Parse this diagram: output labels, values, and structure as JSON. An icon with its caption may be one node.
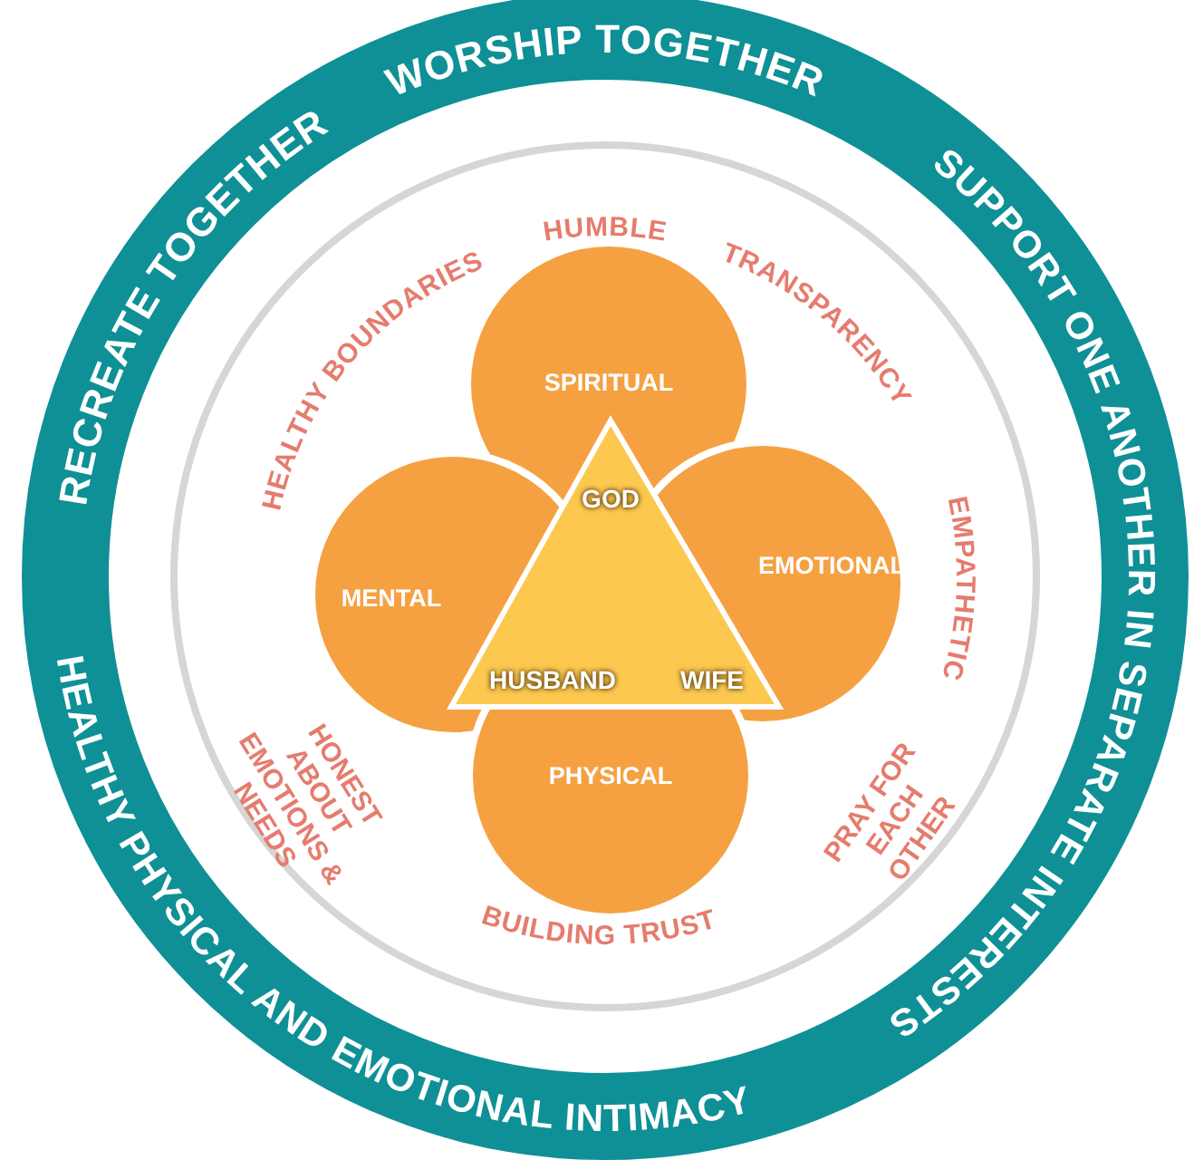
{
  "diagram": {
    "nodes": [
      {
        "text": [
          "SPIRITUAL"
        ]
      },
      {
        "text": [
          "MENTAL"
        ]
      },
      {
        "text": [
          "EMOTIONAL"
        ]
      },
      {
        "text": [
          "PHYSICAL"
        ]
      },
      {
        "text": [
          "GOD",
          "HUSBAND",
          "WIFE"
        ]
      }
    ],
    "labels": [
      "WORSHIP TOGETHER",
      "RECREATE TOGETHER",
      "SUPPORT ONE ANOTHER IN SEPARATE INTERESTS",
      "HUMBLE",
      "HEALTHY BOUNDARIES",
      "TRANSPARENCY",
      "EMPATHETIC",
      "HONEST ABOUT EMOTIONS & NEEDS",
      "PRAY FOR EACH OTHER",
      "BUILDING TRUST",
      "HEALTHY PHYSICAL AND EMOTIONAL INTIMACY"
    ]
  }
}
